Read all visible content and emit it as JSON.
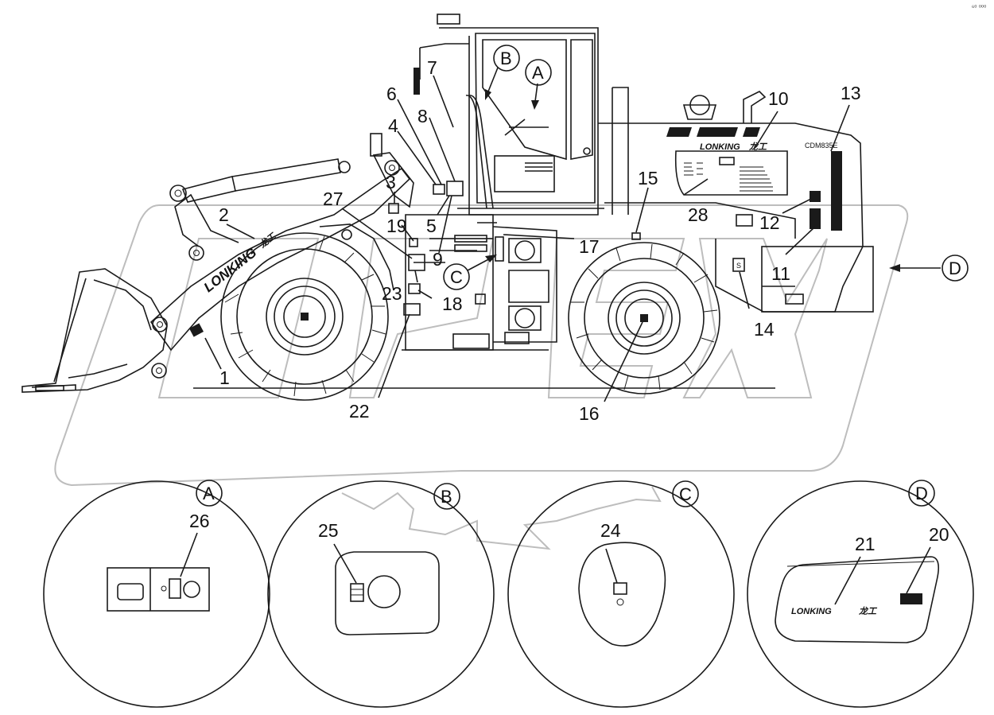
{
  "diagram": {
    "corner_mark": "⁶⁰ ⁰⁰⁰",
    "model_label": "CDM835E",
    "brand_text": "LONKING",
    "brand_cn": "龙工",
    "callouts": [
      "1",
      "2",
      "3",
      "4",
      "5",
      "6",
      "7",
      "8",
      "9",
      "10",
      "11",
      "12",
      "13",
      "14",
      "15",
      "16",
      "17",
      "18",
      "19",
      "20",
      "21",
      "22",
      "23",
      "24",
      "25",
      "26",
      "27",
      "28"
    ],
    "view_letters": [
      "A",
      "B",
      "C",
      "D"
    ],
    "sticker_14_text": "S"
  }
}
